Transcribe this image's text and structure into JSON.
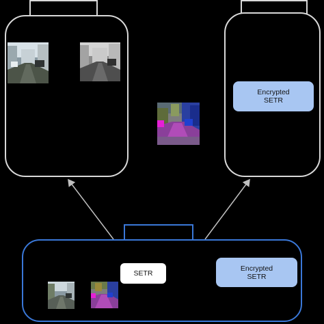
{
  "diagram": {
    "server": {
      "model_label": "SETR",
      "encrypted_label": "Encrypted\nSETR"
    },
    "client_right": {
      "encrypted_label": "Encrypted\nSETR"
    },
    "colors": {
      "background": "#000000",
      "outline_gray": "#d9d9d9",
      "outline_blue": "#3a78d8",
      "encrypted_fill": "#a8c6f2",
      "arrow": "#bfbfbf"
    },
    "icons": [
      "street-photo",
      "grayscale-street-photo",
      "segmentation-map",
      "arrow"
    ]
  }
}
